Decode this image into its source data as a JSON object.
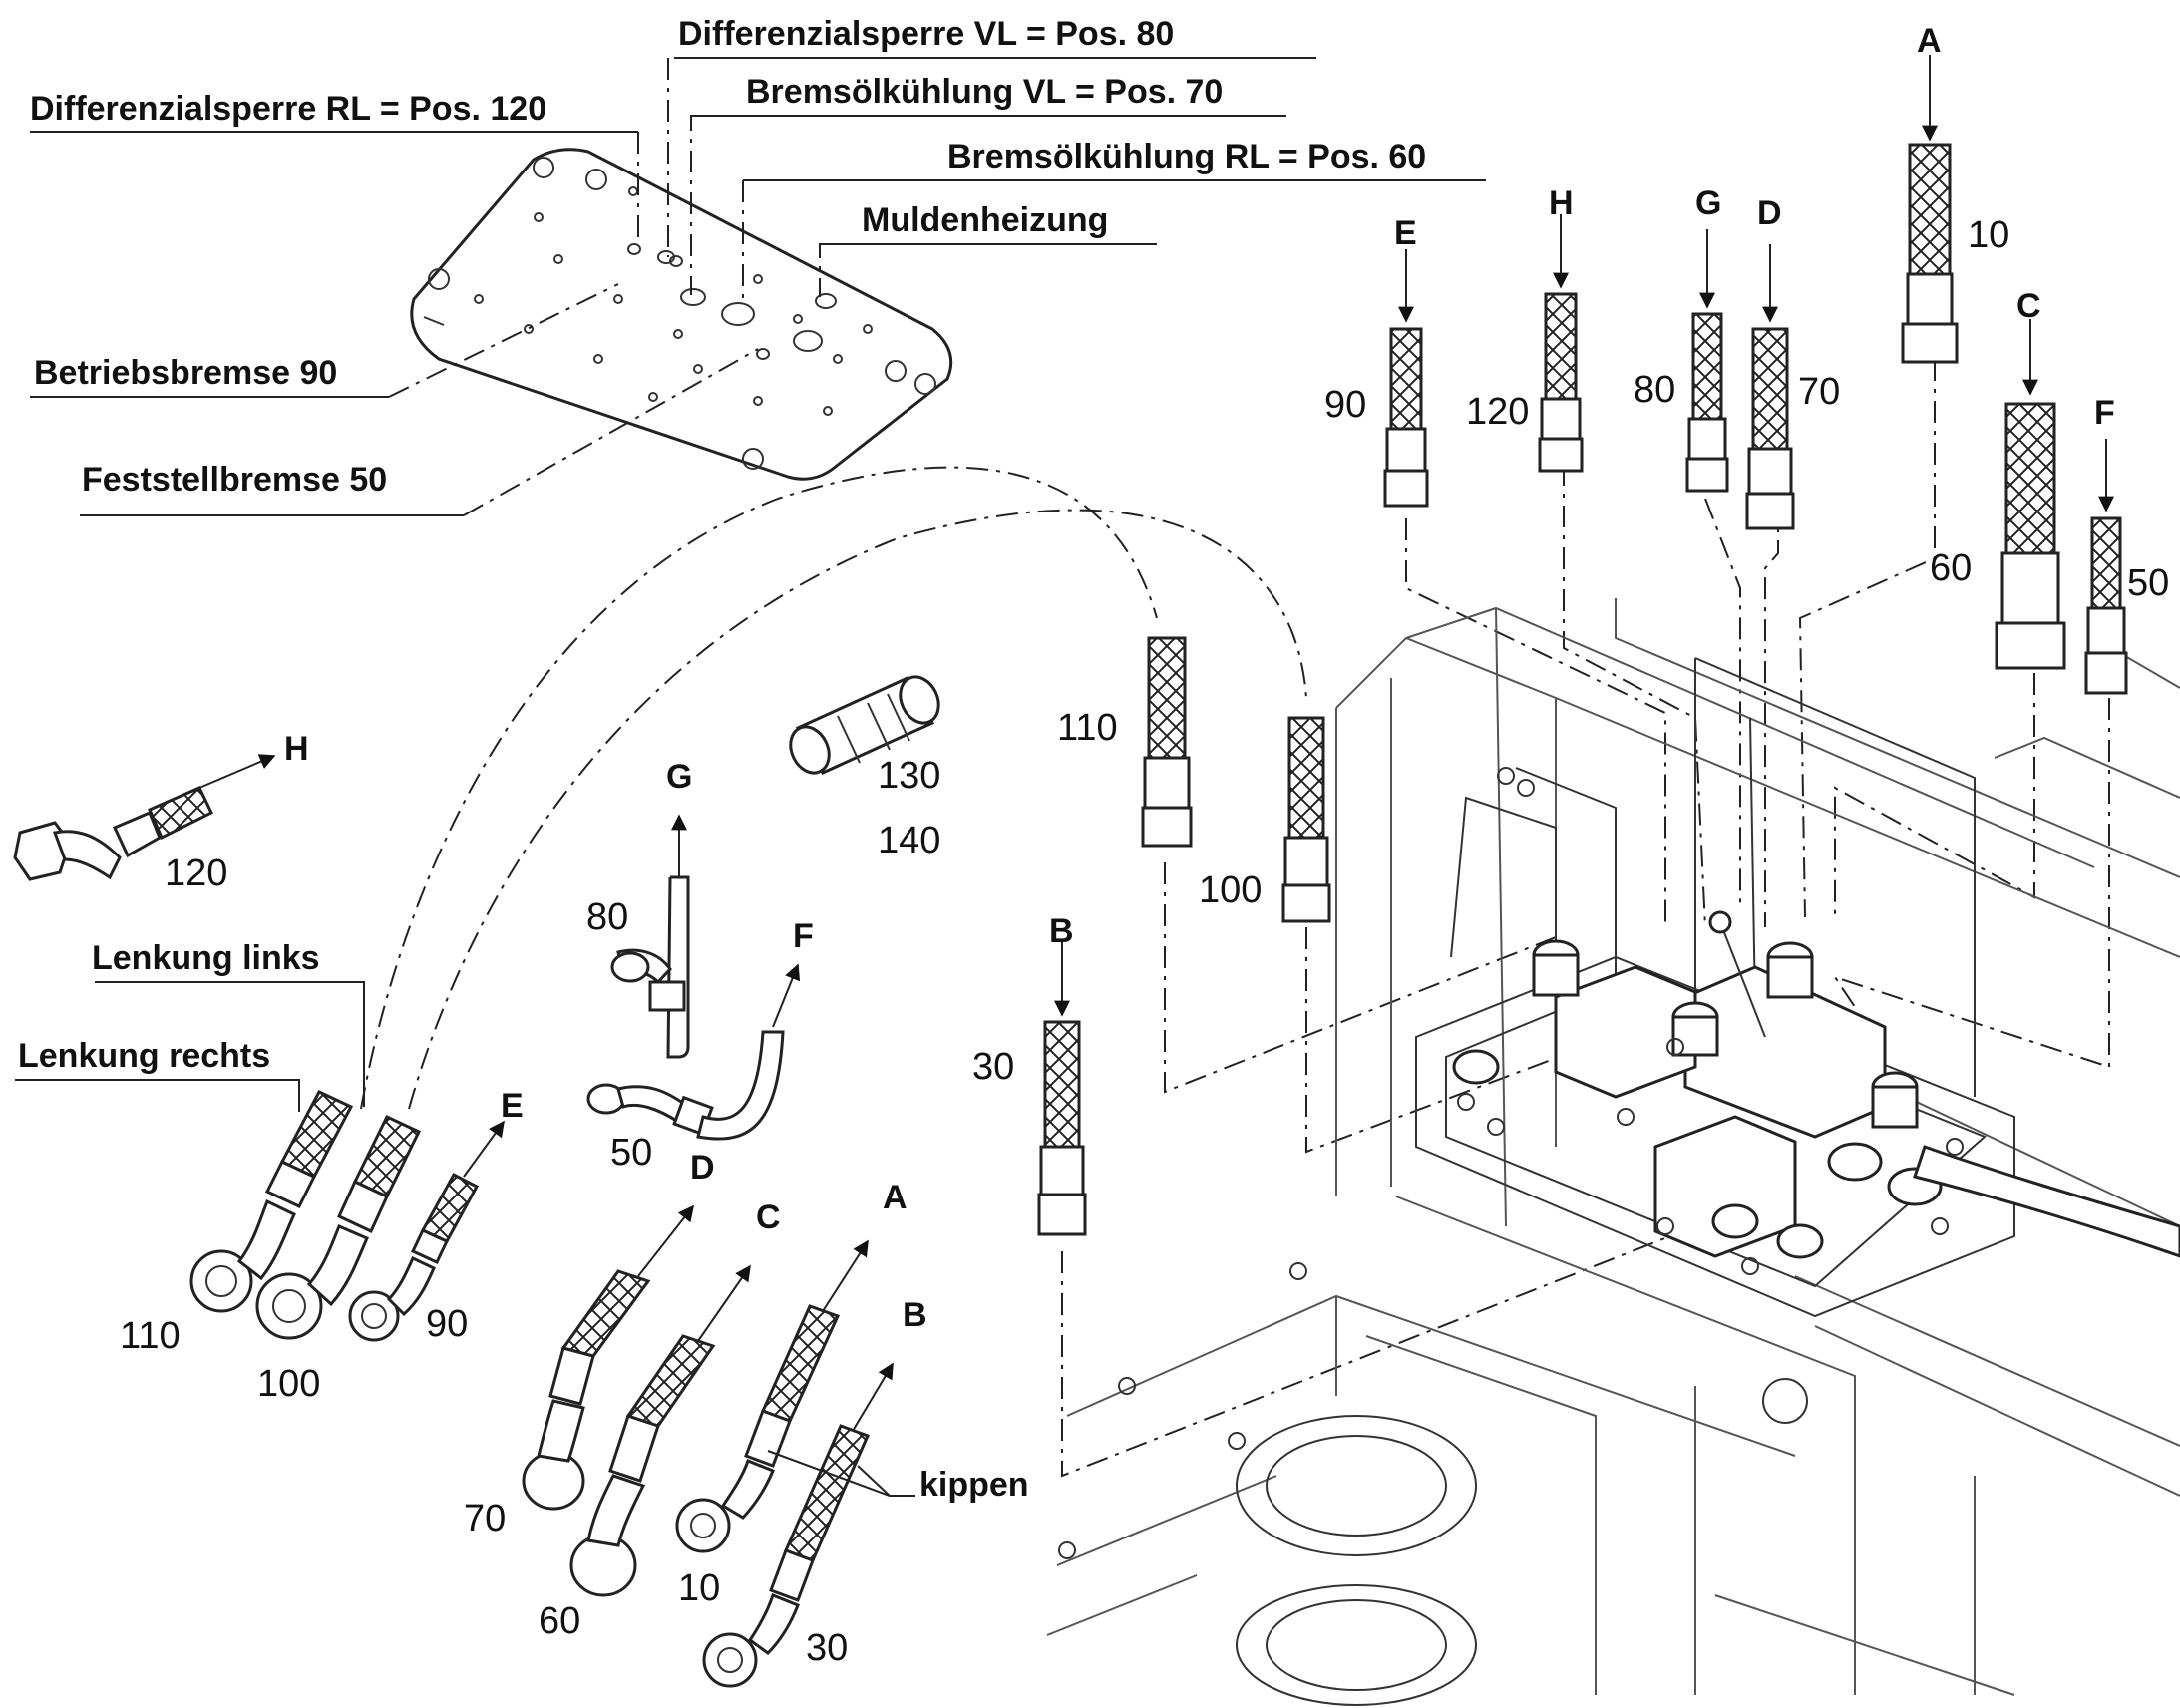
{
  "plate_labels": {
    "diff_vl": "Differenzialsperre VL = Pos. 80",
    "diff_rl": "Differenzialsperre RL = Pos. 120",
    "brems_vl": "Bremsölkühlung VL = Pos. 70",
    "brems_rl": "Bremsölkühlung RL = Pos. 60",
    "mulden": "Muldenheizung",
    "betrieb": "Betriebsbremse 90",
    "feststell": "Feststellbremse 50"
  },
  "side_labels": {
    "lenkung_links": "Lenkung links",
    "lenkung_rechts": "Lenkung rechts",
    "kippen": "kippen"
  },
  "letters": {
    "A": "A",
    "B": "B",
    "C": "C",
    "D": "D",
    "E": "E",
    "F": "F",
    "G": "G",
    "H": "H"
  },
  "numbers": {
    "n10": "10",
    "n30": "30",
    "n50": "50",
    "n60": "60",
    "n70": "70",
    "n80": "80",
    "n90": "90",
    "n100": "100",
    "n110": "110",
    "n120": "120",
    "n130": "130",
    "n140": "140"
  }
}
